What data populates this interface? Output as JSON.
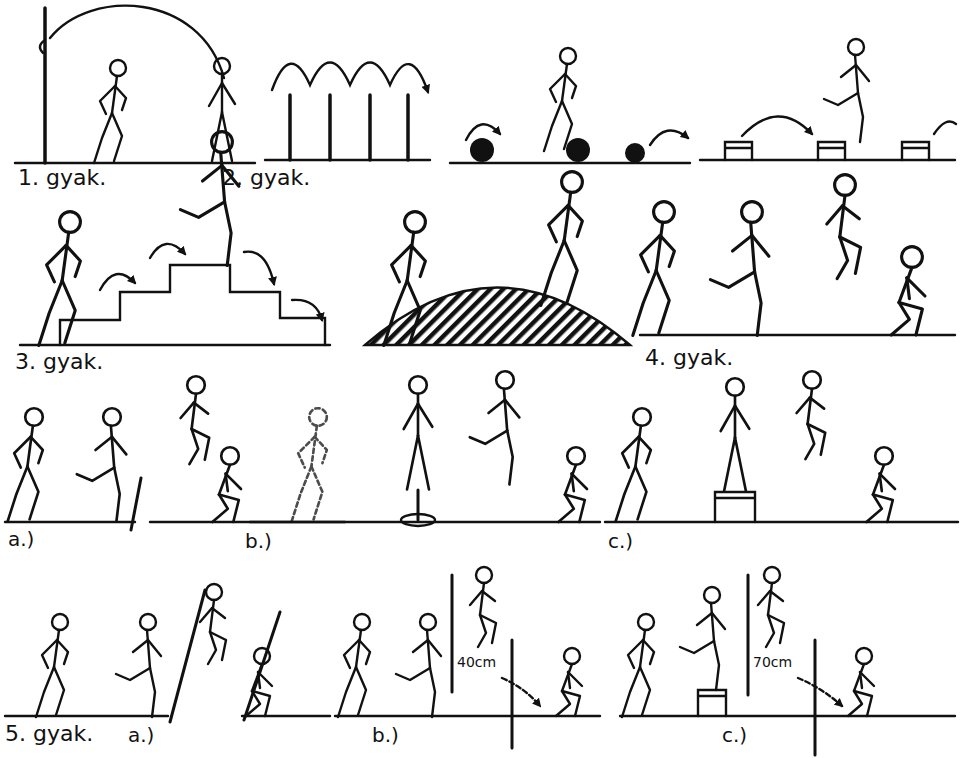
{
  "diagram": {
    "labels": [
      "1. gyak.",
      "2. gyak.",
      "3. gyak.",
      "4. gyak.",
      "a.)",
      "b.)",
      "c.)",
      "5. gyak.",
      "a.)",
      "b.)",
      "40cm",
      "c.)",
      "70cm"
    ]
  }
}
